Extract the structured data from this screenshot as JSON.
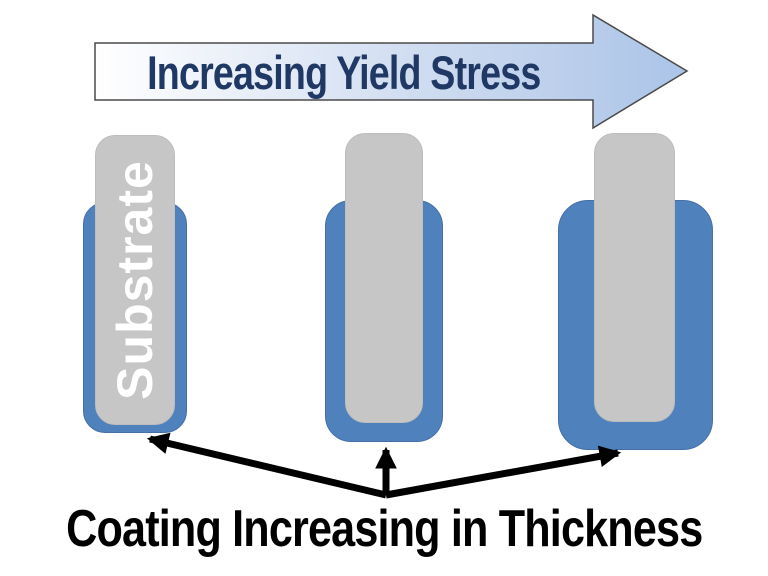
{
  "banner": {
    "label": "Increasing Yield Stress",
    "text_color": "#1F3864",
    "gradient_start": "#FFFFFF",
    "gradient_mid": "#CFDCF0",
    "gradient_end": "#ABC4E8",
    "outline_color": "#4A4A4A"
  },
  "pillars": [
    {
      "id": "thin-coating",
      "substrate_label": "Substrate",
      "coating_thickness": "thin"
    },
    {
      "id": "medium-coating",
      "substrate_label": "",
      "coating_thickness": "medium"
    },
    {
      "id": "thick-coating",
      "substrate_label": "",
      "coating_thickness": "thick"
    }
  ],
  "caption": {
    "label": "Coating Increasing in Thickness",
    "text_color": "#000000"
  },
  "colors": {
    "coating_blue": "#4F81BD",
    "substrate_gray": "#C6C6C6",
    "substrate_label_white": "#FFFFFF",
    "annotation_arrow_black": "#000000",
    "background": "#FFFFFF"
  }
}
